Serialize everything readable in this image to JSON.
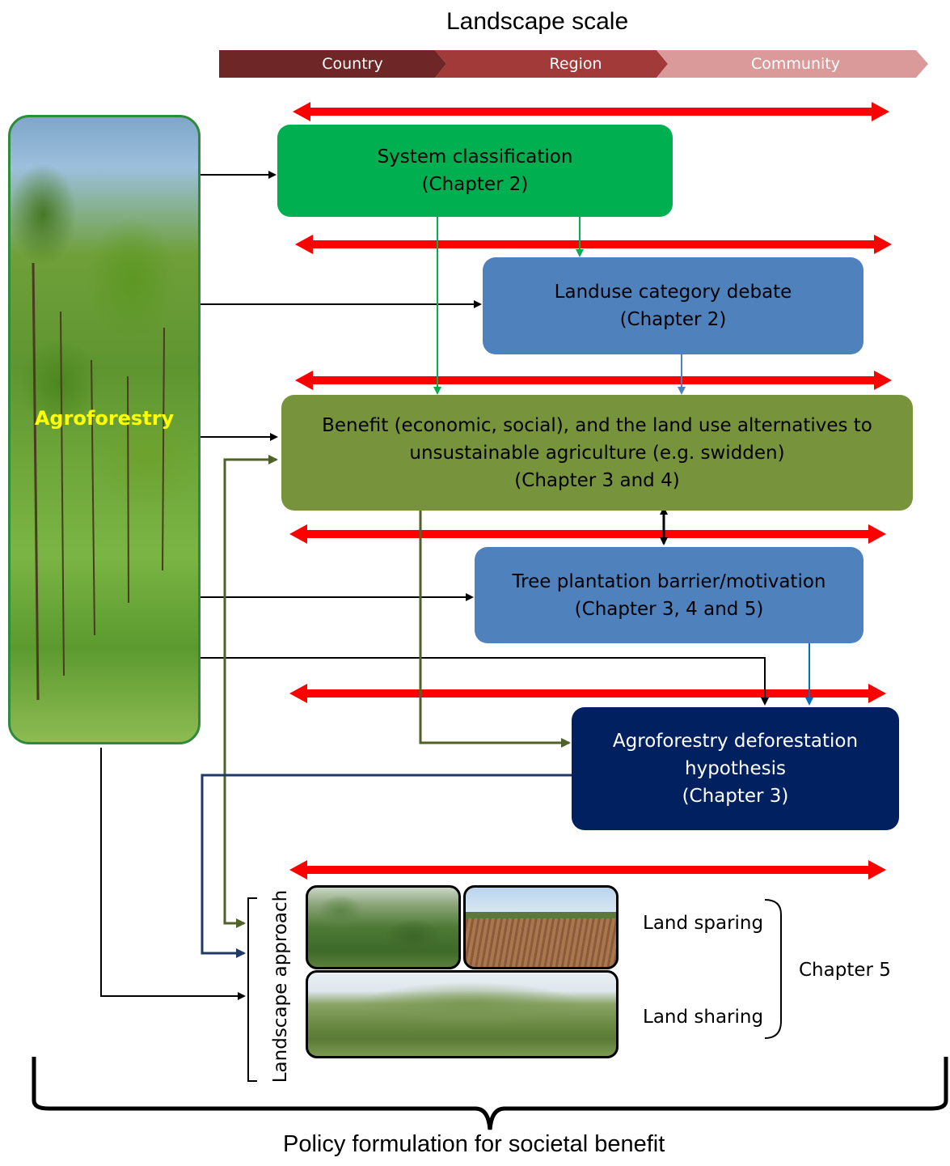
{
  "header": {
    "title": "Landscape scale",
    "scale_steps": [
      "Country",
      "Region",
      "Community"
    ],
    "scale_colors": [
      "#6e2626",
      "#a33a3a",
      "#da9a99"
    ]
  },
  "agroforestry": {
    "label": "Agroforestry",
    "label_color": "#ffff00",
    "border_color": "#2e8b3a"
  },
  "boxes": {
    "system_classification": {
      "line1": "System classification",
      "line2": "(Chapter 2)",
      "color": "#00b050"
    },
    "landuse_debate": {
      "line1": "Landuse category debate",
      "line2": "(Chapter 2)",
      "color": "#4f81bd"
    },
    "benefit": {
      "line1": "Benefit (economic, social), and the land use alternatives to",
      "line2": "unsustainable agriculture (e.g. swidden)",
      "line3": "(Chapter 3 and 4)",
      "color": "#77933c"
    },
    "tree_plantation": {
      "line1": "Tree plantation barrier/motivation",
      "line2": "(Chapter 3, 4 and 5)",
      "color": "#4f81bd"
    },
    "deforestation": {
      "line1": "Agroforestry deforestation",
      "line2": "hypothesis",
      "line3": "(Chapter 3)",
      "color": "#002060"
    }
  },
  "landscape": {
    "vertical_label": "Landscape approach",
    "land_sparing": "Land sparing",
    "land_sharing": "Land sharing",
    "chapter": "Chapter 5"
  },
  "footer": {
    "label": "Policy formulation for societal benefit"
  },
  "arrow_color": "#ff0000"
}
